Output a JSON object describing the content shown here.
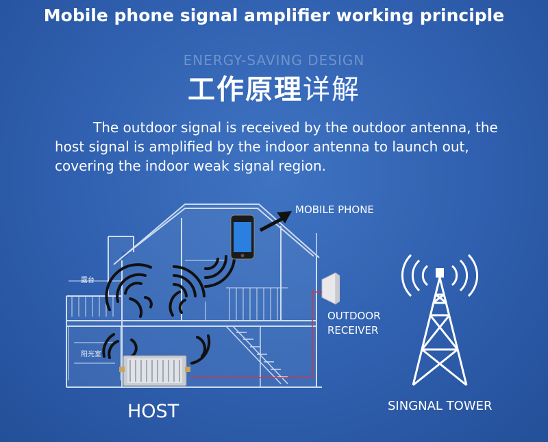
{
  "header": {
    "title": "Mobile phone signal amplifier working principle",
    "subtitle_en": "ENERGY-SAVING DESIGN",
    "subtitle_cn_bold": "工作原理",
    "subtitle_cn_light": "详解"
  },
  "description": "The outdoor signal is received by the outdoor antenna, the host signal is amplified by the indoor antenna to launch out, covering the indoor weak signal region.",
  "diagram": {
    "labels": {
      "mobile_phone": "MOBILE PHONE",
      "outdoor_receiver_line1": "OUTDOOR",
      "outdoor_receiver_line2": "RECEIVER",
      "host": "HOST",
      "signal_tower": "SINGNAL TOWER"
    },
    "room_labels": {
      "balcony": "露台",
      "sunroom": "阳光室"
    },
    "colors": {
      "background": "#2f5fae",
      "house_line": "#cfdcf0",
      "arrow": "#111111",
      "cable": "#d9343a",
      "tower": "#ffffff"
    }
  }
}
